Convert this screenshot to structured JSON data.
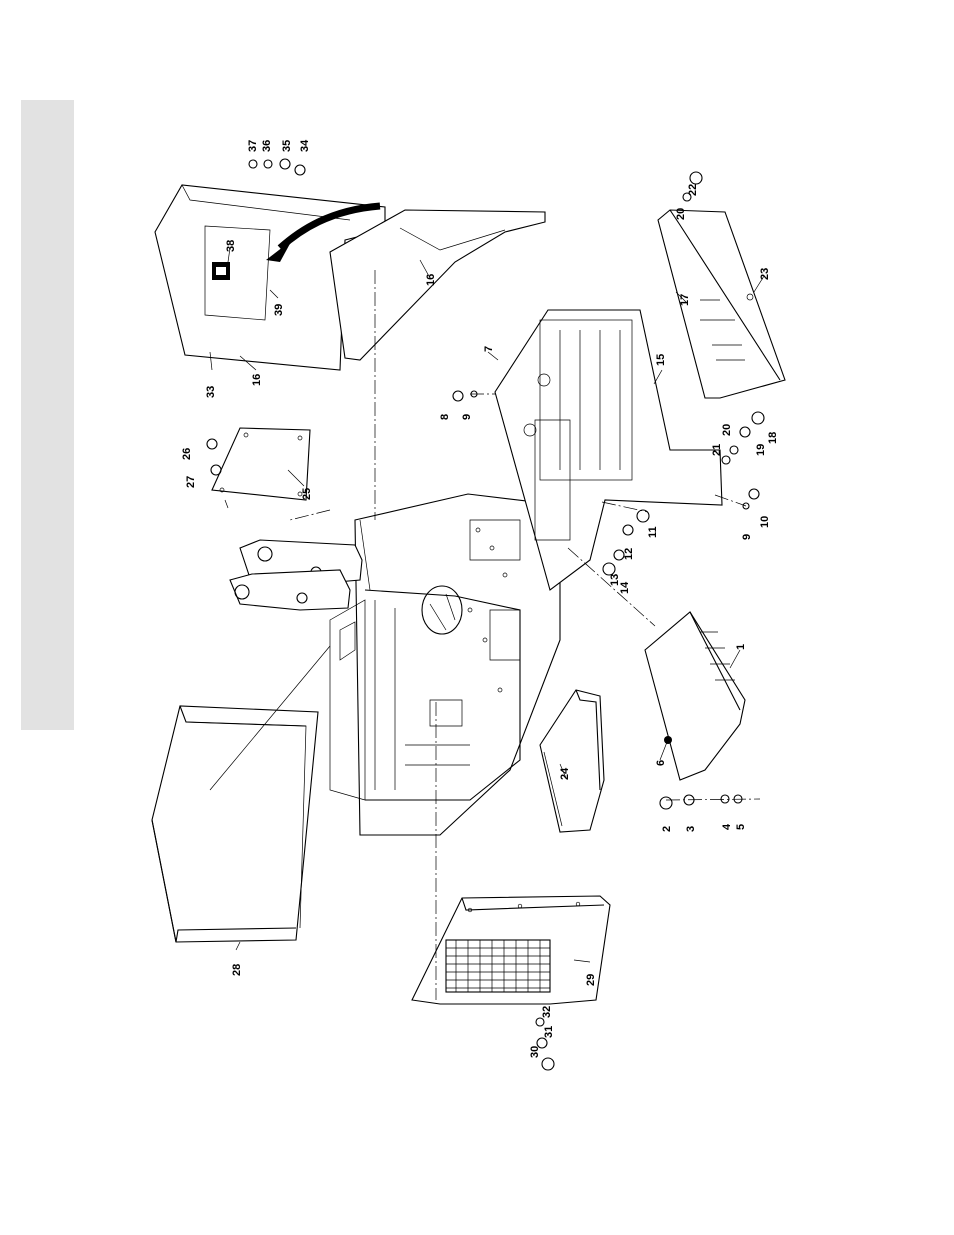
{
  "diagram": {
    "callouts": [
      {
        "id": "c1",
        "text": "1"
      },
      {
        "id": "c2",
        "text": "2"
      },
      {
        "id": "c3",
        "text": "3"
      },
      {
        "id": "c4",
        "text": "4"
      },
      {
        "id": "c5",
        "text": "5"
      },
      {
        "id": "c6",
        "text": "6"
      },
      {
        "id": "c7",
        "text": "7"
      },
      {
        "id": "c8",
        "text": "8"
      },
      {
        "id": "c9a",
        "text": "9"
      },
      {
        "id": "c9b",
        "text": "9"
      },
      {
        "id": "c10",
        "text": "10"
      },
      {
        "id": "c11",
        "text": "11"
      },
      {
        "id": "c12",
        "text": "12"
      },
      {
        "id": "c13",
        "text": "13"
      },
      {
        "id": "c14",
        "text": "14"
      },
      {
        "id": "c15",
        "text": "15"
      },
      {
        "id": "c16a",
        "text": "16"
      },
      {
        "id": "c16b",
        "text": "16"
      },
      {
        "id": "c17",
        "text": "17"
      },
      {
        "id": "c18",
        "text": "18"
      },
      {
        "id": "c19",
        "text": "19"
      },
      {
        "id": "c20a",
        "text": "20"
      },
      {
        "id": "c20b",
        "text": "20"
      },
      {
        "id": "c21",
        "text": "21"
      },
      {
        "id": "c22",
        "text": "22"
      },
      {
        "id": "c23",
        "text": "23"
      },
      {
        "id": "c24",
        "text": "24"
      },
      {
        "id": "c25",
        "text": "25"
      },
      {
        "id": "c26",
        "text": "26"
      },
      {
        "id": "c27",
        "text": "27"
      },
      {
        "id": "c28",
        "text": "28"
      },
      {
        "id": "c29",
        "text": "29"
      },
      {
        "id": "c30",
        "text": "30"
      },
      {
        "id": "c31",
        "text": "31"
      },
      {
        "id": "c32",
        "text": "32"
      },
      {
        "id": "c33",
        "text": "33"
      },
      {
        "id": "c34",
        "text": "34"
      },
      {
        "id": "c35",
        "text": "35"
      },
      {
        "id": "c36",
        "text": "36"
      },
      {
        "id": "c37",
        "text": "37"
      },
      {
        "id": "c38",
        "text": "38"
      },
      {
        "id": "c39",
        "text": "39"
      }
    ]
  }
}
